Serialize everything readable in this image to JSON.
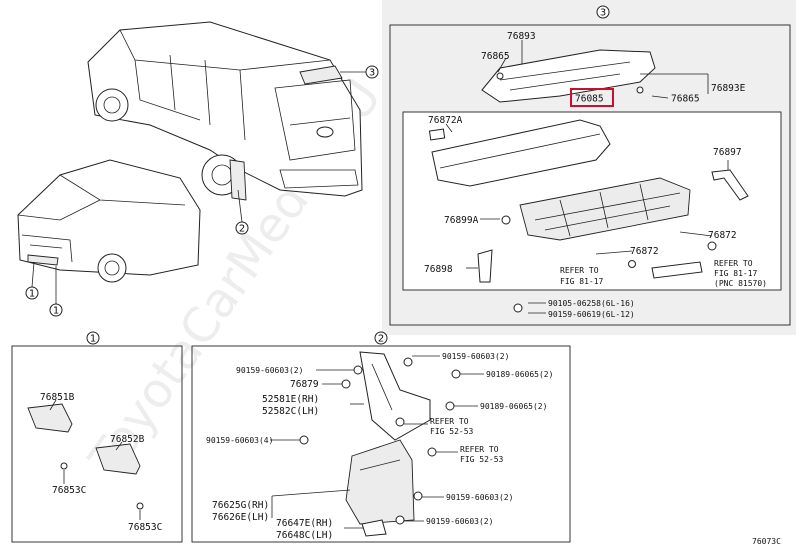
{
  "watermark": "ToyotaCarMedia.RU",
  "page_ref": "76073C",
  "callouts": {
    "c1": "1",
    "c2": "2",
    "c3": "3"
  },
  "section3": {
    "parts": {
      "p76893": "76893",
      "p76865a": "76865",
      "p76893e": "76893E",
      "p76085": "76085",
      "p76865b": "76865",
      "p76872a": "76872A",
      "p76897": "76897",
      "p76899a": "76899A",
      "p76872_1": "76872",
      "p76872_2": "76872",
      "p76898": "76898",
      "ref_fig_1": "REFER TO",
      "ref_fig_1b": "FIG 81-17",
      "ref_fig_2": "REFER TO",
      "ref_fig_2b": "FIG 81-17",
      "ref_fig_2c": "(PNC 81570)",
      "bolt1": "90105-06258(6L-16)",
      "bolt2": "90159-60619(6L-12)"
    }
  },
  "section1": {
    "parts": {
      "p76851b": "76851B",
      "p76853c_a": "76853C",
      "p76852b": "76852B",
      "p76853c_b": "76853C"
    }
  },
  "section2": {
    "parts": {
      "clip_top_left": "90159-60603(2)",
      "p76879": "76879",
      "p52581e": "52581E(RH)",
      "p52582c": "52582C(LH)",
      "clip_mid_left": "90159-60603(4)",
      "p76625g": "76625G(RH)",
      "p76626e": "76626E(LH)",
      "p76647e": "76647E(RH)",
      "p76648c": "76648C(LH)",
      "clip_top_right": "90159-60603(2)",
      "clip_r2": "90189-06065(2)",
      "clip_r3": "90189-06065(2)",
      "ref_a": "REFER TO",
      "ref_a2": "FIG 52-53",
      "ref_b": "REFER TO",
      "ref_b2": "FIG 52-53",
      "clip_r4": "90159-60603(2)",
      "clip_r5": "90159-60603(2)"
    }
  },
  "highlight_color": "#c8102e"
}
